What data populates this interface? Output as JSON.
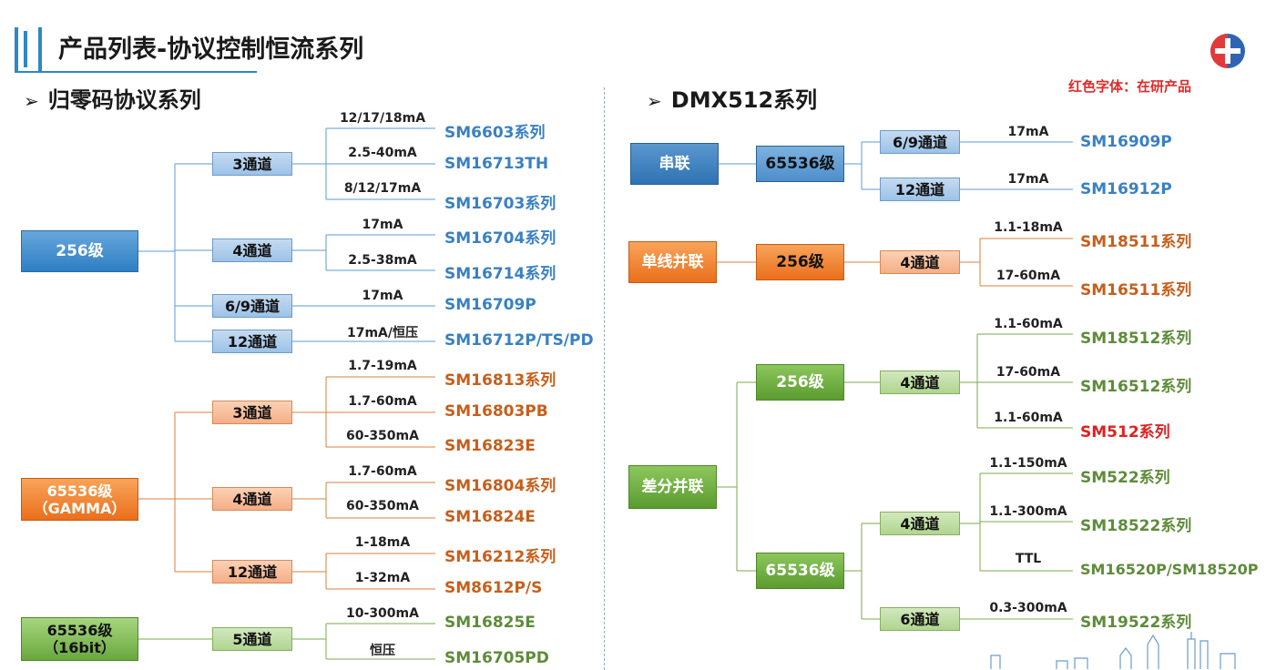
{
  "header": {
    "title": "产品列表-协议控制恒流系列",
    "note": "红色字体：在研产品"
  },
  "colors": {
    "blue": "#3a80c3",
    "orange": "#c65f1c",
    "green": "#5e8c3a",
    "red": "#e02020",
    "line_blue": "#5b9bd5",
    "line_orange": "#d9803c",
    "line_green": "#7aab4e"
  },
  "left": {
    "section_title": "归零码协议系列",
    "groups": [
      {
        "label": "256级",
        "channels": [
          {
            "label": "3通道",
            "products": [
              {
                "current": "12/17/18mA",
                "name": "SM6603系列"
              },
              {
                "current": "2.5-40mA",
                "name": "SM16713TH"
              },
              {
                "current": "8/12/17mA",
                "name": "SM16703系列"
              }
            ]
          },
          {
            "label": "4通道",
            "products": [
              {
                "current": "17mA",
                "name": "SM16704系列"
              },
              {
                "current": "2.5-38mA",
                "name": "SM16714系列"
              }
            ]
          },
          {
            "label": "6/9通道",
            "products": [
              {
                "current": "17mA",
                "name": "SM16709P"
              }
            ]
          },
          {
            "label": "12通道",
            "products": [
              {
                "current": "17mA/恒压",
                "name": "SM16712P/TS/PD"
              }
            ]
          }
        ]
      },
      {
        "label_line1": "65536级",
        "label_line2": "（GAMMA）",
        "channels": [
          {
            "label": "3通道",
            "products": [
              {
                "current": "1.7-19mA",
                "name": "SM16813系列"
              },
              {
                "current": "1.7-60mA",
                "name": "SM16803PB"
              },
              {
                "current": "60-350mA",
                "name": "SM16823E"
              }
            ]
          },
          {
            "label": "4通道",
            "products": [
              {
                "current": "1.7-60mA",
                "name": "SM16804系列"
              },
              {
                "current": "60-350mA",
                "name": "SM16824E"
              }
            ]
          },
          {
            "label": "12通道",
            "products": [
              {
                "current": "1-18mA",
                "name": "SM16212系列"
              },
              {
                "current": "1-32mA",
                "name": "SM8612P/S"
              }
            ]
          }
        ]
      },
      {
        "label_line1": "65536级",
        "label_line2": "（16bit）",
        "channels": [
          {
            "label": "5通道",
            "products": [
              {
                "current": "10-300mA",
                "name": "SM16825E"
              },
              {
                "current": "恒压",
                "name": "SM16705PD"
              }
            ]
          }
        ]
      }
    ]
  },
  "right": {
    "section_title": "DMX512系列",
    "groups": [
      {
        "label": "串联",
        "levels": [
          {
            "label": "65536级",
            "channels": [
              {
                "label": "6/9通道",
                "products": [
                  {
                    "current": "17mA",
                    "name": "SM16909P"
                  }
                ]
              },
              {
                "label": "12通道",
                "products": [
                  {
                    "current": "17mA",
                    "name": "SM16912P"
                  }
                ]
              }
            ]
          }
        ]
      },
      {
        "label": "单线并联",
        "levels": [
          {
            "label": "256级",
            "channels": [
              {
                "label": "4通道",
                "products": [
                  {
                    "current": "1.1-18mA",
                    "name": "SM18511系列"
                  },
                  {
                    "current": "17-60mA",
                    "name": "SM16511系列"
                  }
                ]
              }
            ]
          }
        ]
      },
      {
        "label": "差分并联",
        "levels": [
          {
            "label": "256级",
            "channels": [
              {
                "label": "4通道",
                "products": [
                  {
                    "current": "1.1-60mA",
                    "name": "SM18512系列"
                  },
                  {
                    "current": "17-60mA",
                    "name": "SM16512系列"
                  },
                  {
                    "current": "1.1-60mA",
                    "name": "SM512系列"
                  }
                ]
              }
            ]
          },
          {
            "label": "65536级",
            "channels": [
              {
                "label": "4通道",
                "products": [
                  {
                    "current": "1.1-150mA",
                    "name": "SM522系列"
                  },
                  {
                    "current": "1.1-300mA",
                    "name": "SM18522系列"
                  },
                  {
                    "current": "TTL",
                    "name": "SM16520P/SM18520P"
                  }
                ]
              },
              {
                "label": "6通道",
                "products": [
                  {
                    "current": "0.3-300mA",
                    "name": "SM19522系列"
                  }
                ]
              }
            ]
          }
        ]
      }
    ]
  }
}
